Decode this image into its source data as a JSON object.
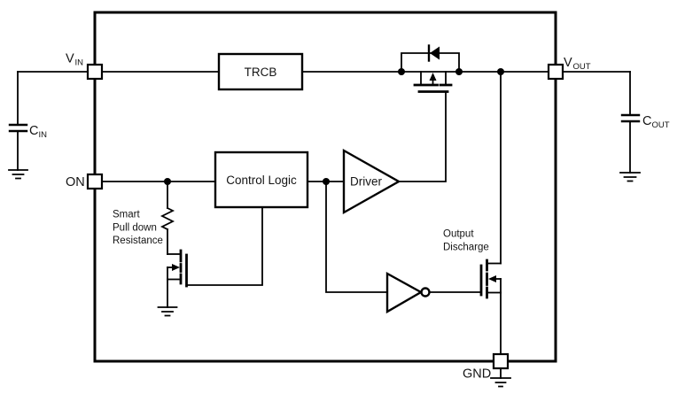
{
  "blocks": {
    "trcb": "TRCB",
    "control_logic": "Control Logic",
    "driver": "Driver"
  },
  "pin_labels": {
    "vin": {
      "main": "V",
      "sub": "IN"
    },
    "on": {
      "main": "ON",
      "sub": ""
    },
    "vout": {
      "main": "V",
      "sub": "OUT"
    },
    "gnd": {
      "main": "GND",
      "sub": ""
    }
  },
  "component_labels": {
    "cin": {
      "main": "C",
      "sub": "IN"
    },
    "cout": {
      "main": "C",
      "sub": "OUT"
    }
  },
  "annotations": {
    "smart_pull_down": [
      "Smart",
      "Pull down",
      "Resistance"
    ],
    "output_discharge": [
      "Output",
      "Discharge"
    ]
  },
  "icons": {
    "pass_transistor": "pmos-transistor-icon",
    "body_diode": "diode-icon",
    "pulldown_transistor": "nmos-transistor-icon",
    "discharge_transistor": "nmos-transistor-icon",
    "driver_buffer": "buffer-gate-icon",
    "inverter": "inverter-gate-icon",
    "resistor": "resistor-icon",
    "input_capacitor": "capacitor-icon",
    "output_capacitor": "capacitor-icon",
    "ground": "ground-icon"
  },
  "colors": {
    "line": "#000000",
    "background": "#ffffff",
    "text": "#141414"
  }
}
